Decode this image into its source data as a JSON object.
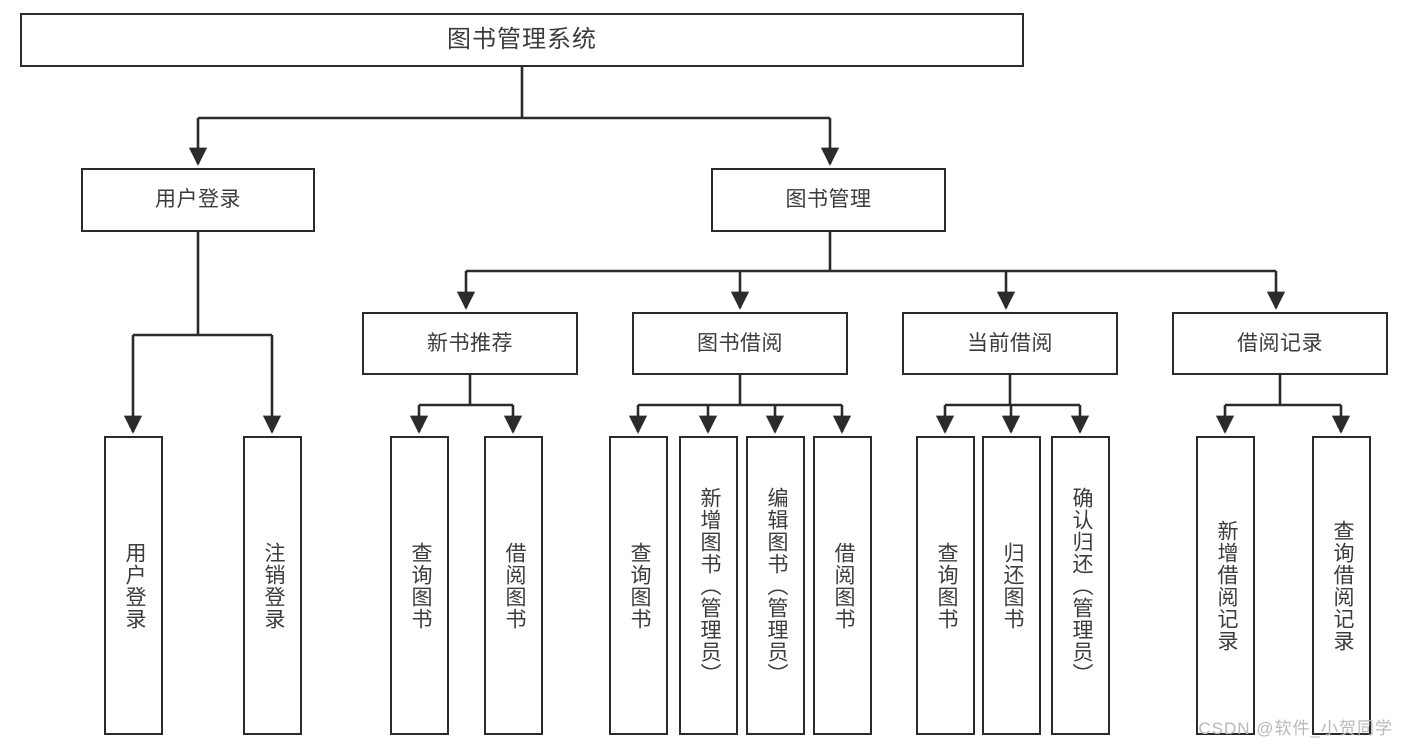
{
  "diagram": {
    "kind": "tree-structure-chart",
    "stroke_color": "#2b2b2b",
    "text_color": "#3c3c3c",
    "background": "#ffffff",
    "root": {
      "label": "图书管理系统"
    },
    "level2": [
      {
        "label": "用户登录"
      },
      {
        "label": "图书管理"
      }
    ],
    "level3": [
      {
        "label": "新书推荐"
      },
      {
        "label": "图书借阅"
      },
      {
        "label": "当前借阅"
      },
      {
        "label": "借阅记录"
      }
    ],
    "leaves": {
      "user_login": [
        {
          "label": "用户登录"
        },
        {
          "label": "注销登录"
        }
      ],
      "new_book": [
        {
          "label": "查询图书"
        },
        {
          "label": "借阅图书"
        }
      ],
      "borrow_book": [
        {
          "label": "查询图书"
        },
        {
          "label": "新增图书（管理员）"
        },
        {
          "label": "编辑图书（管理员）"
        },
        {
          "label": "借阅图书"
        }
      ],
      "current_borrow": [
        {
          "label": "查询图书"
        },
        {
          "label": "归还图书"
        },
        {
          "label": "确认归还（管理员）"
        }
      ],
      "borrow_record": [
        {
          "label": "新增借阅记录"
        },
        {
          "label": "查询借阅记录"
        }
      ]
    }
  },
  "watermark": {
    "text": "CSDN @软件_小贺同学"
  }
}
